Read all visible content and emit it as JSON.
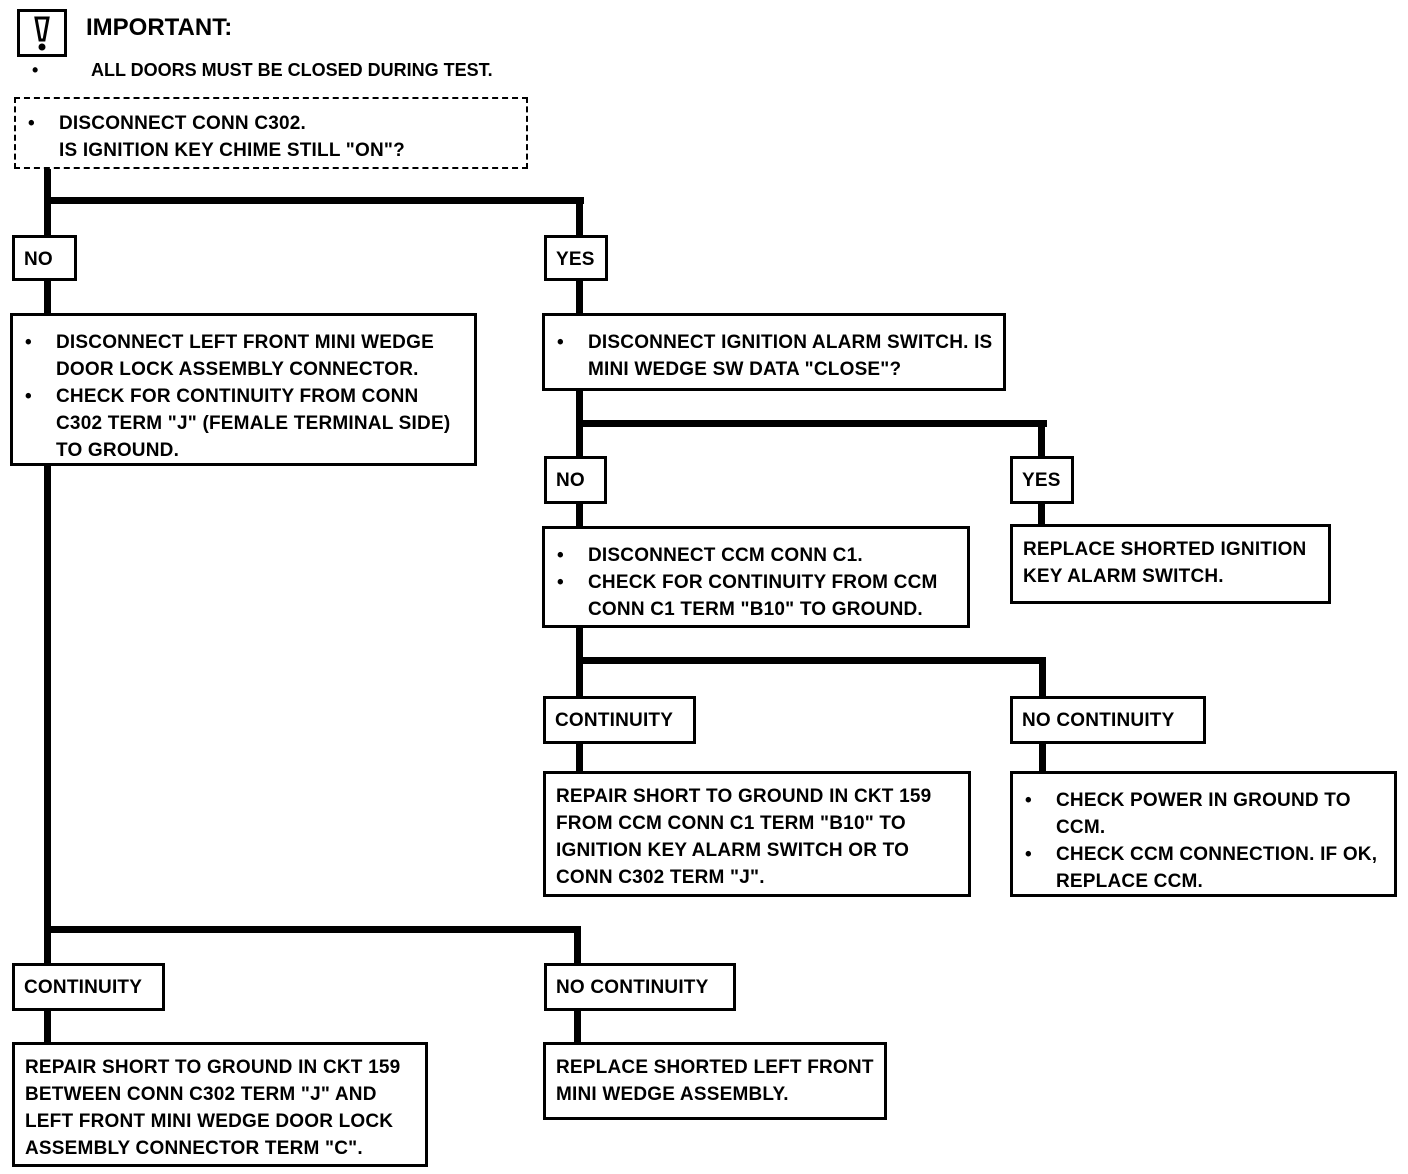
{
  "important": {
    "icon": "warning-icon",
    "title": "IMPORTANT:",
    "bullet": "•",
    "note": "ALL DOORS MUST BE CLOSED DURING TEST."
  },
  "start": {
    "bullet": "•",
    "line1": "DISCONNECT CONN C302.",
    "line2": "IS IGNITION KEY CHIME STILL \"ON\"?"
  },
  "left": {
    "no_label": "NO",
    "step1_items": [
      "DISCONNECT LEFT FRONT MINI WEDGE DOOR LOCK ASSEMBLY CONNECTOR.",
      "CHECK FOR CONTINUITY FROM CONN C302 TERM \"J\" (FEMALE TERMINAL SIDE) TO GROUND."
    ],
    "continuity_label": "CONTINUITY",
    "continuity_action": "REPAIR SHORT TO GROUND IN CKT 159 BETWEEN CONN C302 TERM \"J\" AND LEFT FRONT MINI WEDGE DOOR LOCK ASSEMBLY CONNECTOR TERM \"C\".",
    "no_continuity_label": "NO CONTINUITY",
    "no_continuity_action": "REPLACE SHORTED LEFT FRONT MINI WEDGE ASSEMBLY."
  },
  "right": {
    "yes_label": "YES",
    "step1_items": [
      "DISCONNECT IGNITION ALARM SWITCH. IS MINI WEDGE SW DATA \"CLOSE\"?"
    ],
    "no_label": "NO",
    "no_items": [
      "DISCONNECT CCM CONN C1.",
      "CHECK FOR CONTINUITY FROM CCM CONN C1 TERM \"B10\" TO GROUND."
    ],
    "yes2_label": "YES",
    "yes2_action": "REPLACE SHORTED IGNITION KEY ALARM SWITCH.",
    "continuity_label": "CONTINUITY",
    "continuity_action": "REPAIR SHORT TO GROUND IN CKT 159 FROM CCM CONN C1 TERM \"B10\" TO IGNITION KEY ALARM SWITCH OR TO CONN C302 TERM \"J\".",
    "no_continuity_label": "NO CONTINUITY",
    "no_continuity_items": [
      "CHECK POWER IN GROUND TO CCM.",
      "CHECK CCM CONNECTION. IF OK, REPLACE CCM."
    ]
  },
  "bullet": "•"
}
